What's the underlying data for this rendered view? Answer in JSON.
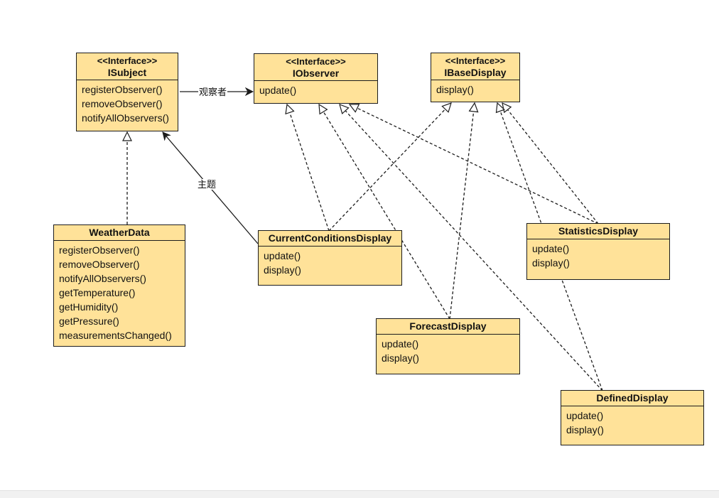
{
  "diagram": {
    "stereotype_interface": "<<Interface>>",
    "labels": {
      "observer_assoc": "观察者",
      "subject_assoc": "主题"
    },
    "classes": {
      "isubject": {
        "name": "ISubject",
        "methods": [
          "registerObserver()",
          "removeObserver()",
          "notifyAllObservers()"
        ]
      },
      "iobserver": {
        "name": "IObserver",
        "methods": [
          "update()"
        ]
      },
      "ibasedisplay": {
        "name": "IBaseDisplay",
        "methods": [
          "display()"
        ]
      },
      "weatherdata": {
        "name": "WeatherData",
        "methods": [
          "registerObserver()",
          "removeObserver()",
          "notifyAllObservers()",
          "getTemperature()",
          "getHumidity()",
          "getPressure()",
          "measurementsChanged()"
        ]
      },
      "currentconditions": {
        "name": "CurrentConditionsDisplay",
        "methods": [
          "update()",
          "display()"
        ]
      },
      "statistics": {
        "name": "StatisticsDisplay",
        "methods": [
          "update()",
          "display()"
        ]
      },
      "forecast": {
        "name": "ForecastDisplay",
        "methods": [
          "update()",
          "display()"
        ]
      },
      "defined": {
        "name": "DefinedDisplay",
        "methods": [
          "update()",
          "display()"
        ]
      }
    }
  }
}
